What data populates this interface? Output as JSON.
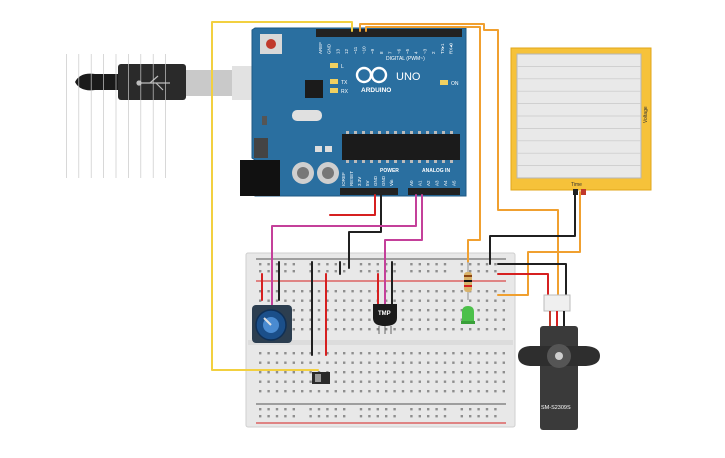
{
  "arduino": {
    "brand": "ARDUINO",
    "model": "UNO",
    "digital_label": "DIGITAL (PWM~)",
    "power_label": "POWER",
    "analog_label": "ANALOG IN",
    "on_label": "ON",
    "led_l": "L",
    "led_tx": "TX",
    "led_rx": "RX",
    "digital_pins": [
      "AREF",
      "GND",
      "13",
      "12",
      "~11",
      "~10",
      "~9",
      "8",
      "7",
      "~6",
      "~5",
      "4",
      "~3",
      "2",
      "TX▸1",
      "RX◂0"
    ],
    "power_pins": [
      "IOREF",
      "RESET",
      "3.3V",
      "5V",
      "GND",
      "GND",
      "Vin"
    ],
    "analog_pins": [
      "A0",
      "A1",
      "A2",
      "A3",
      "A4",
      "A5"
    ]
  },
  "oscilloscope": {
    "x_label": "Time",
    "y_label": "Voltage"
  },
  "sensor": {
    "label": "TMP"
  },
  "servo": {
    "model": "SM-S2309S"
  },
  "colors": {
    "board": "#2a6fa0",
    "wire_orange": "#f0a030",
    "wire_magenta": "#c4409a",
    "wire_yellow": "#f2d040",
    "wire_red": "#d62020",
    "wire_black": "#202020",
    "scope": "#f6c23a",
    "led_green": "#4cc04a"
  }
}
